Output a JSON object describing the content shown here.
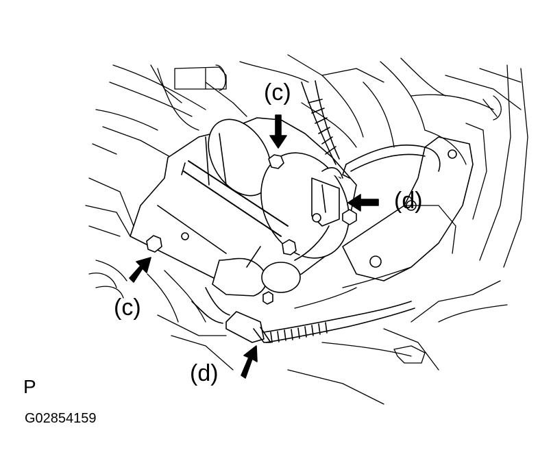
{
  "callouts": {
    "c_top": "(c)",
    "d_right": "(d)",
    "c_left": "(c)",
    "d_bottom": "(d)"
  },
  "section_letter": "P",
  "figure_code": "G02854159",
  "colors": {
    "line": "#000000",
    "background": "#ffffff"
  }
}
